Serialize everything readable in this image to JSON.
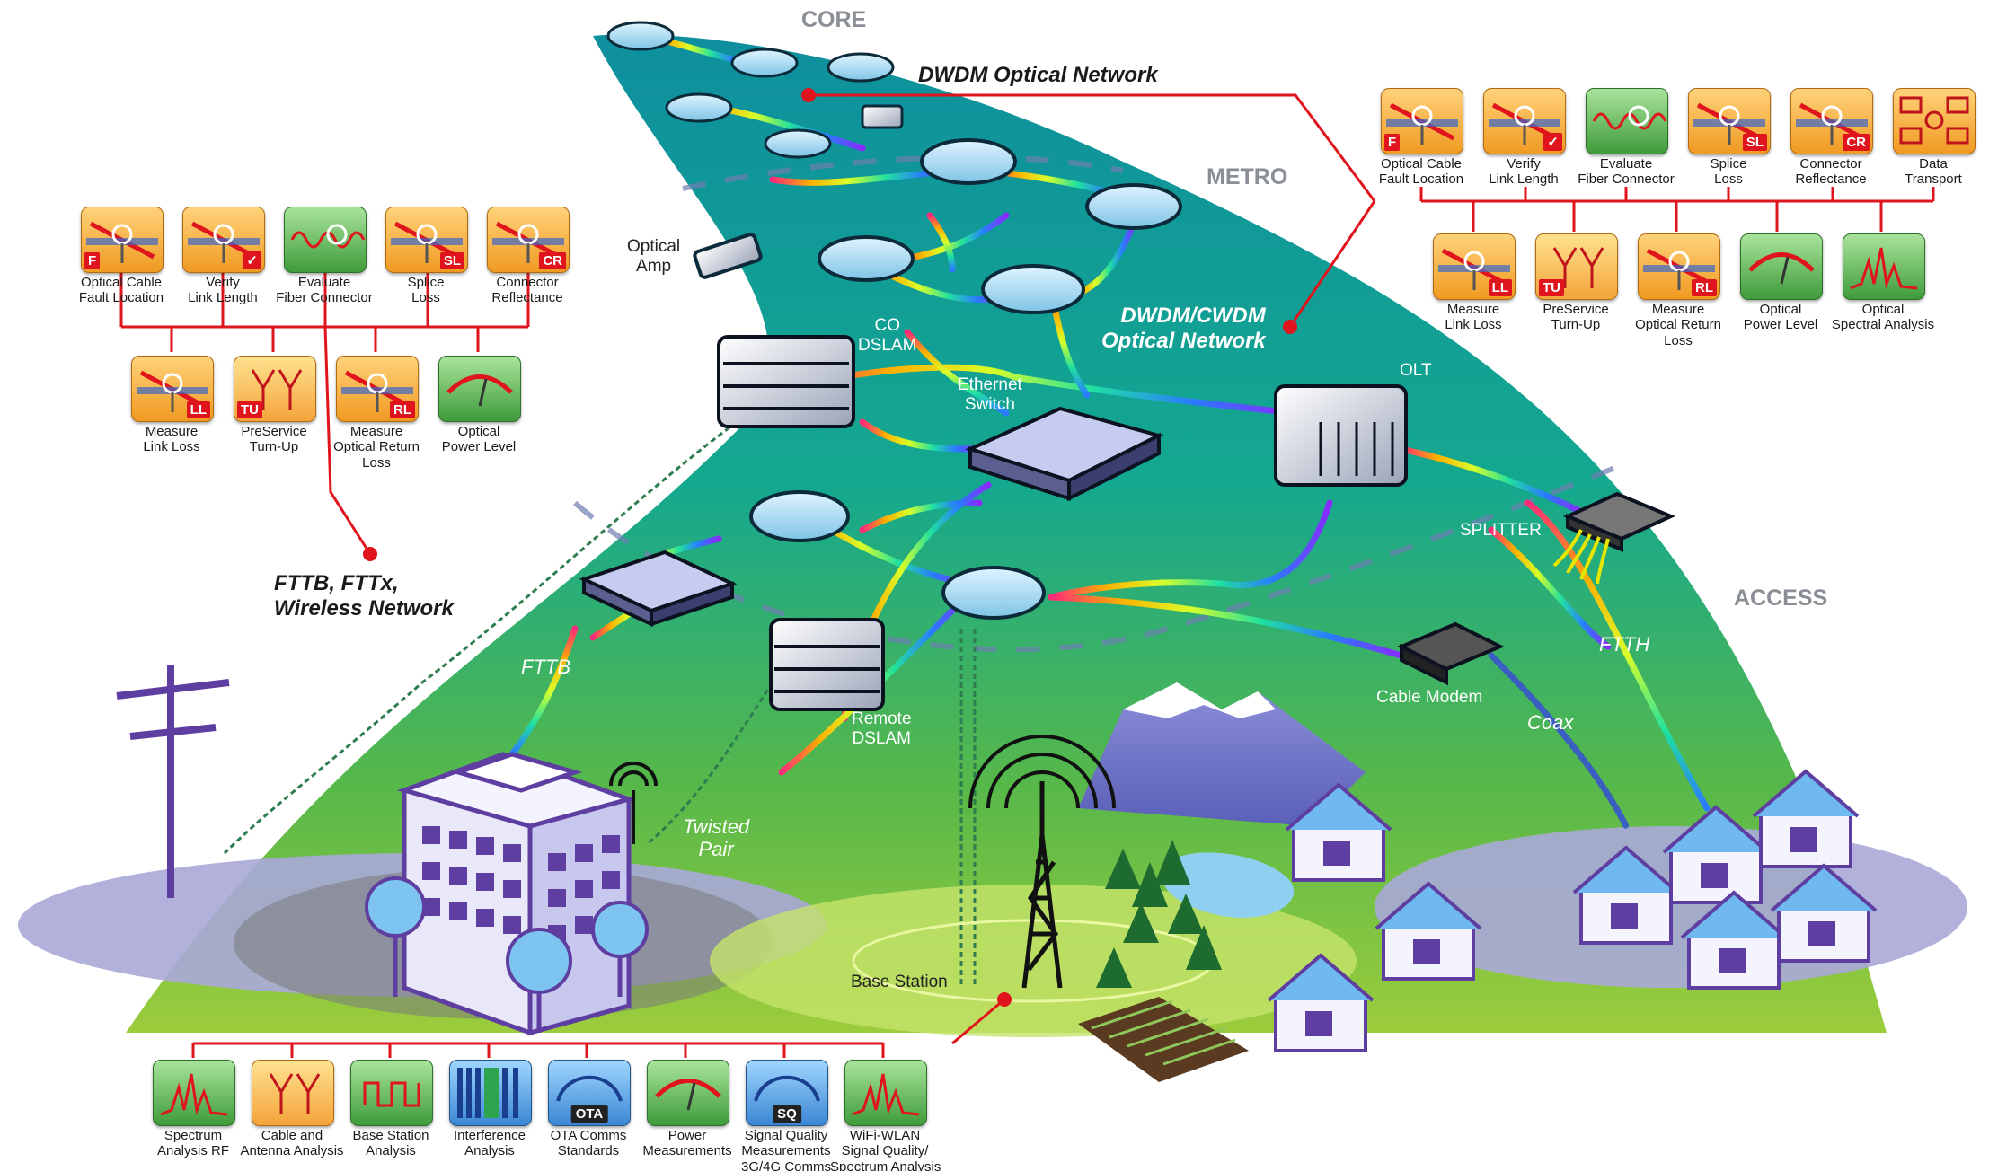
{
  "zones": {
    "core": "CORE",
    "metro": "METRO",
    "access": "ACCESS"
  },
  "networks": {
    "dwdm": "DWDM Optical Network",
    "dwdm_cwdm": "DWDM/CWDM\nOptical Network",
    "fttb_fttx": "FTTB, FTTx,\nWireless Network"
  },
  "devices": {
    "optical_amp": "Optical\nAmp",
    "co_dslam": "CO\nDSLAM",
    "ethernet_switch": "Ethernet\nSwitch",
    "olt": "OLT",
    "splitter": "SPLITTER",
    "cable_modem": "Cable Modem",
    "remote_dslam": "Remote\nDSLAM",
    "base_station": "Base Station"
  },
  "media": {
    "fttb": "FTTB",
    "twisted_pair": "Twisted\nPair",
    "coax": "Coax",
    "ftth": "FTTH"
  },
  "colors": {
    "accent_red": "#e0141c",
    "teal_top": "#0f9aa6",
    "green_bottom": "#8cc63f",
    "device_blue": "#9fd8f0"
  },
  "tool_groups": {
    "left": {
      "row1": [
        {
          "icon": "fault-location-icon",
          "label": "Optical Cable\nFault Location",
          "badge": "F"
        },
        {
          "icon": "link-length-icon",
          "label": "Verify\nLink Length",
          "badge": "✓"
        },
        {
          "icon": "fiber-connector-icon",
          "label": "Evaluate\nFiber Connector",
          "badge": ""
        },
        {
          "icon": "splice-loss-icon",
          "label": "Splice\nLoss",
          "badge": "SL"
        },
        {
          "icon": "reflectance-icon",
          "label": "Connector\nReflectance",
          "badge": "CR"
        }
      ],
      "row2": [
        {
          "icon": "link-loss-icon",
          "label": "Measure\nLink Loss",
          "badge": "LL"
        },
        {
          "icon": "turn-up-icon",
          "label": "PreService\nTurn-Up",
          "badge": "TU"
        },
        {
          "icon": "return-loss-icon",
          "label": "Measure\nOptical Return\nLoss",
          "badge": "RL"
        },
        {
          "icon": "power-level-icon",
          "label": "Optical\nPower Level",
          "badge": ""
        }
      ]
    },
    "right": {
      "row1": [
        {
          "icon": "fault-location-icon",
          "label": "Optical Cable\nFault Location",
          "badge": "F"
        },
        {
          "icon": "link-length-icon",
          "label": "Verify\nLink Length",
          "badge": "✓"
        },
        {
          "icon": "fiber-connector-icon",
          "label": "Evaluate\nFiber Connector",
          "badge": ""
        },
        {
          "icon": "splice-loss-icon",
          "label": "Splice\nLoss",
          "badge": "SL"
        },
        {
          "icon": "reflectance-icon",
          "label": "Connector\nReflectance",
          "badge": "CR"
        },
        {
          "icon": "data-transport-icon",
          "label": "Data\nTransport",
          "badge": ""
        }
      ],
      "row2": [
        {
          "icon": "link-loss-icon",
          "label": "Measure\nLink Loss",
          "badge": "LL"
        },
        {
          "icon": "turn-up-icon",
          "label": "PreService\nTurn-Up",
          "badge": "TU"
        },
        {
          "icon": "return-loss-icon",
          "label": "Measure\nOptical Return\nLoss",
          "badge": "RL"
        },
        {
          "icon": "power-level-icon",
          "label": "Optical\nPower Level",
          "badge": ""
        },
        {
          "icon": "spectral-analysis-icon",
          "label": "Optical\nSpectral Analysis",
          "badge": ""
        }
      ]
    },
    "bottom": [
      {
        "icon": "spectrum-rf-icon",
        "label": "Spectrum\nAnalysis RF",
        "badge": ""
      },
      {
        "icon": "antenna-icon",
        "label": "Cable and\nAntenna Analysis",
        "badge": ""
      },
      {
        "icon": "base-station-analysis-icon",
        "label": "Base Station\nAnalysis",
        "badge": ""
      },
      {
        "icon": "interference-icon",
        "label": "Interference\nAnalysis",
        "badge": ""
      },
      {
        "icon": "ota-icon",
        "label": "OTA Comms\nStandards",
        "badge": "OTA"
      },
      {
        "icon": "power-meter-icon",
        "label": "Power\nMeasurements",
        "badge": ""
      },
      {
        "icon": "signal-quality-icon",
        "label": "Signal Quality\nMeasurements\n3G/4G Comms",
        "badge": "SQ"
      },
      {
        "icon": "wifi-wlan-icon",
        "label": "WiFi-WLAN\nSignal Quality/\nSpectrum Analysis",
        "badge": ""
      }
    ]
  }
}
